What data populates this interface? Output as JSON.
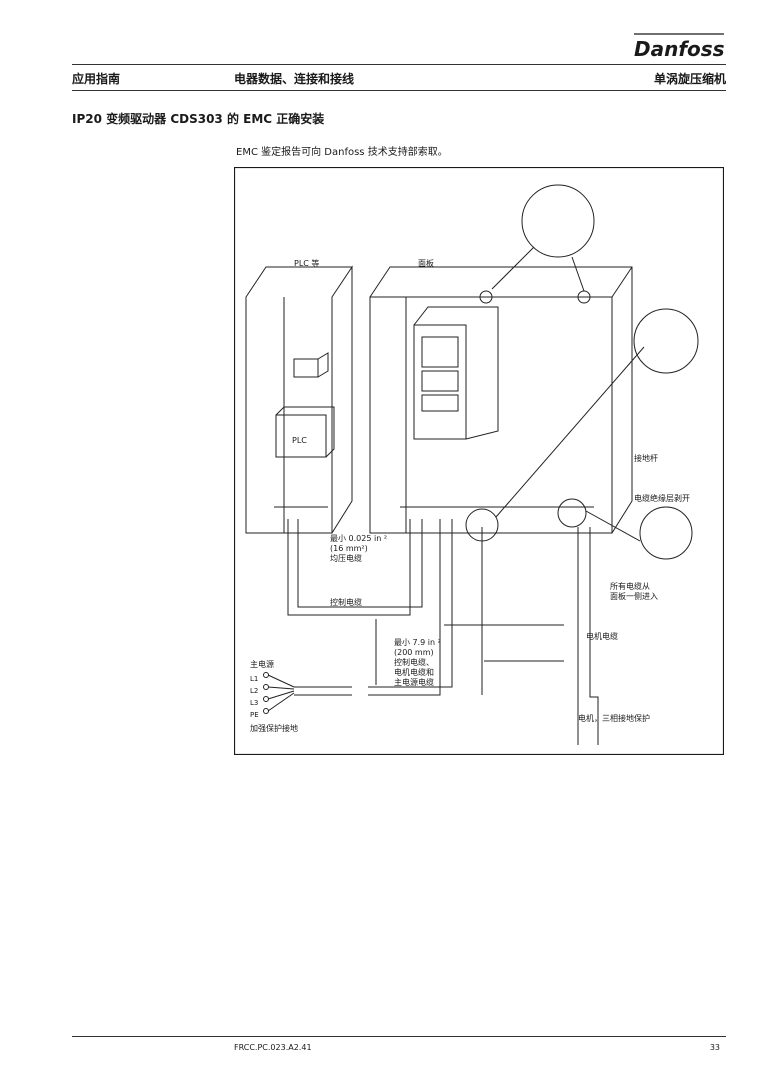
{
  "header": {
    "brand": "Danfoss",
    "left": "应用指南",
    "center": "电器数据、连接和接线",
    "right": "单涡旋压缩机"
  },
  "section_title": "IP20 变频驱动器 CDS303 的 EMC 正确安装",
  "intro": "EMC 鉴定报告可向 Danfoss 技术支持部索取。",
  "diagram": {
    "plc_cabinet_label": "PLC 等",
    "panel_label": "面板",
    "plc_label": "PLC",
    "ground_bar": "接地杆",
    "strip_insulation": "电缆绝缘层剥开",
    "equalizing_min": "最小 0.025 in ²",
    "equalizing_mm": "(16 mm²)",
    "equalizing_cable": "均压电缆",
    "all_cables_line1": "所有电缆从",
    "all_cables_line2": "面板一侧进入",
    "control_cable": "控制电缆",
    "motor_cable": "电机电缆",
    "min_spacing": "最小 7.9 in ²",
    "min_spacing_mm": "(200 mm)",
    "spacing_line1": "控制电缆、",
    "spacing_line2": "电机电缆和",
    "spacing_line3": "主电源电缆",
    "mains": "主电源",
    "l1": "L1",
    "l2": "L2",
    "l3": "L3",
    "pe": "PE",
    "reinforced_pe": "加强保护接地",
    "motor_pe": "电机，三相接地保护"
  },
  "footer": {
    "code": "FRCC.PC.023.A2.41",
    "page": "33"
  }
}
